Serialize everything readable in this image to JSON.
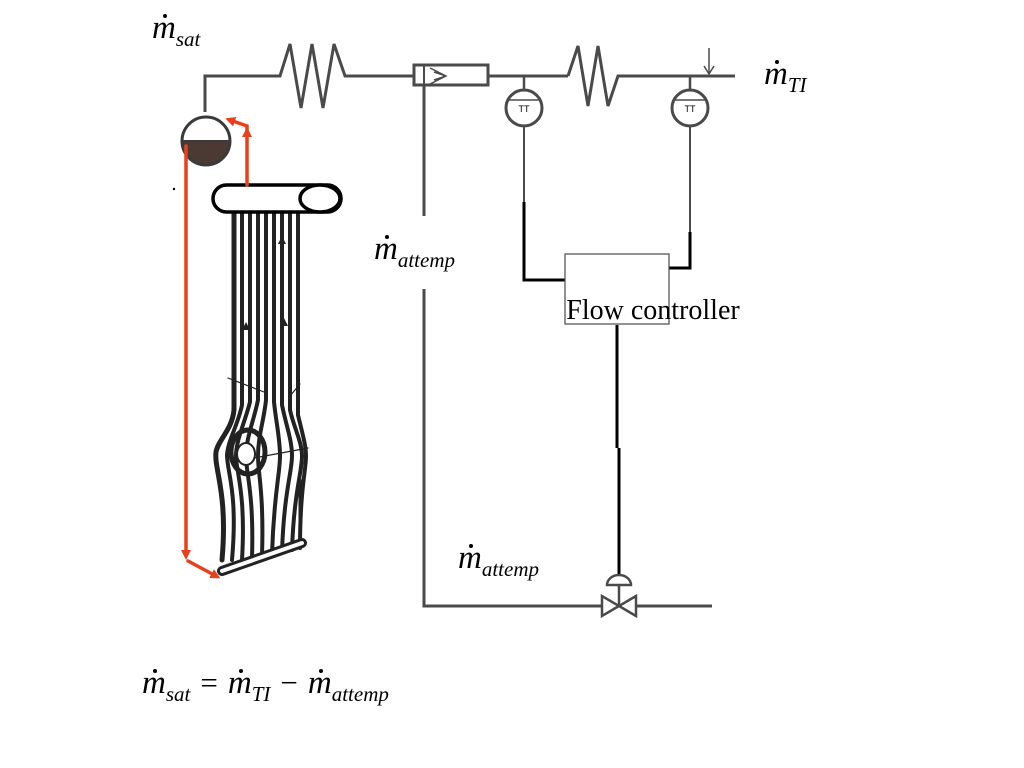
{
  "labels": {
    "m_sat": {
      "symbol": "m",
      "subscript": "sat"
    },
    "m_TI": {
      "symbol": "m",
      "subscript": "TI"
    },
    "m_attemp_upper": {
      "symbol": "m",
      "subscript": "attemp"
    },
    "m_attemp_lower": {
      "symbol": "m",
      "subscript": "attemp"
    }
  },
  "controller": {
    "label": "Flow controller"
  },
  "transmitters": {
    "left": "TT",
    "right": "TT"
  },
  "equation": {
    "lhs": {
      "symbol": "m",
      "subscript": "sat"
    },
    "op_equals": "=",
    "term1": {
      "symbol": "m",
      "subscript": "TI"
    },
    "op_minus": "−",
    "term2": {
      "symbol": "m",
      "subscript": "attemp"
    }
  },
  "colors": {
    "line": "#4a4a4a",
    "circulation": "#e8401c",
    "black": "#000000"
  }
}
